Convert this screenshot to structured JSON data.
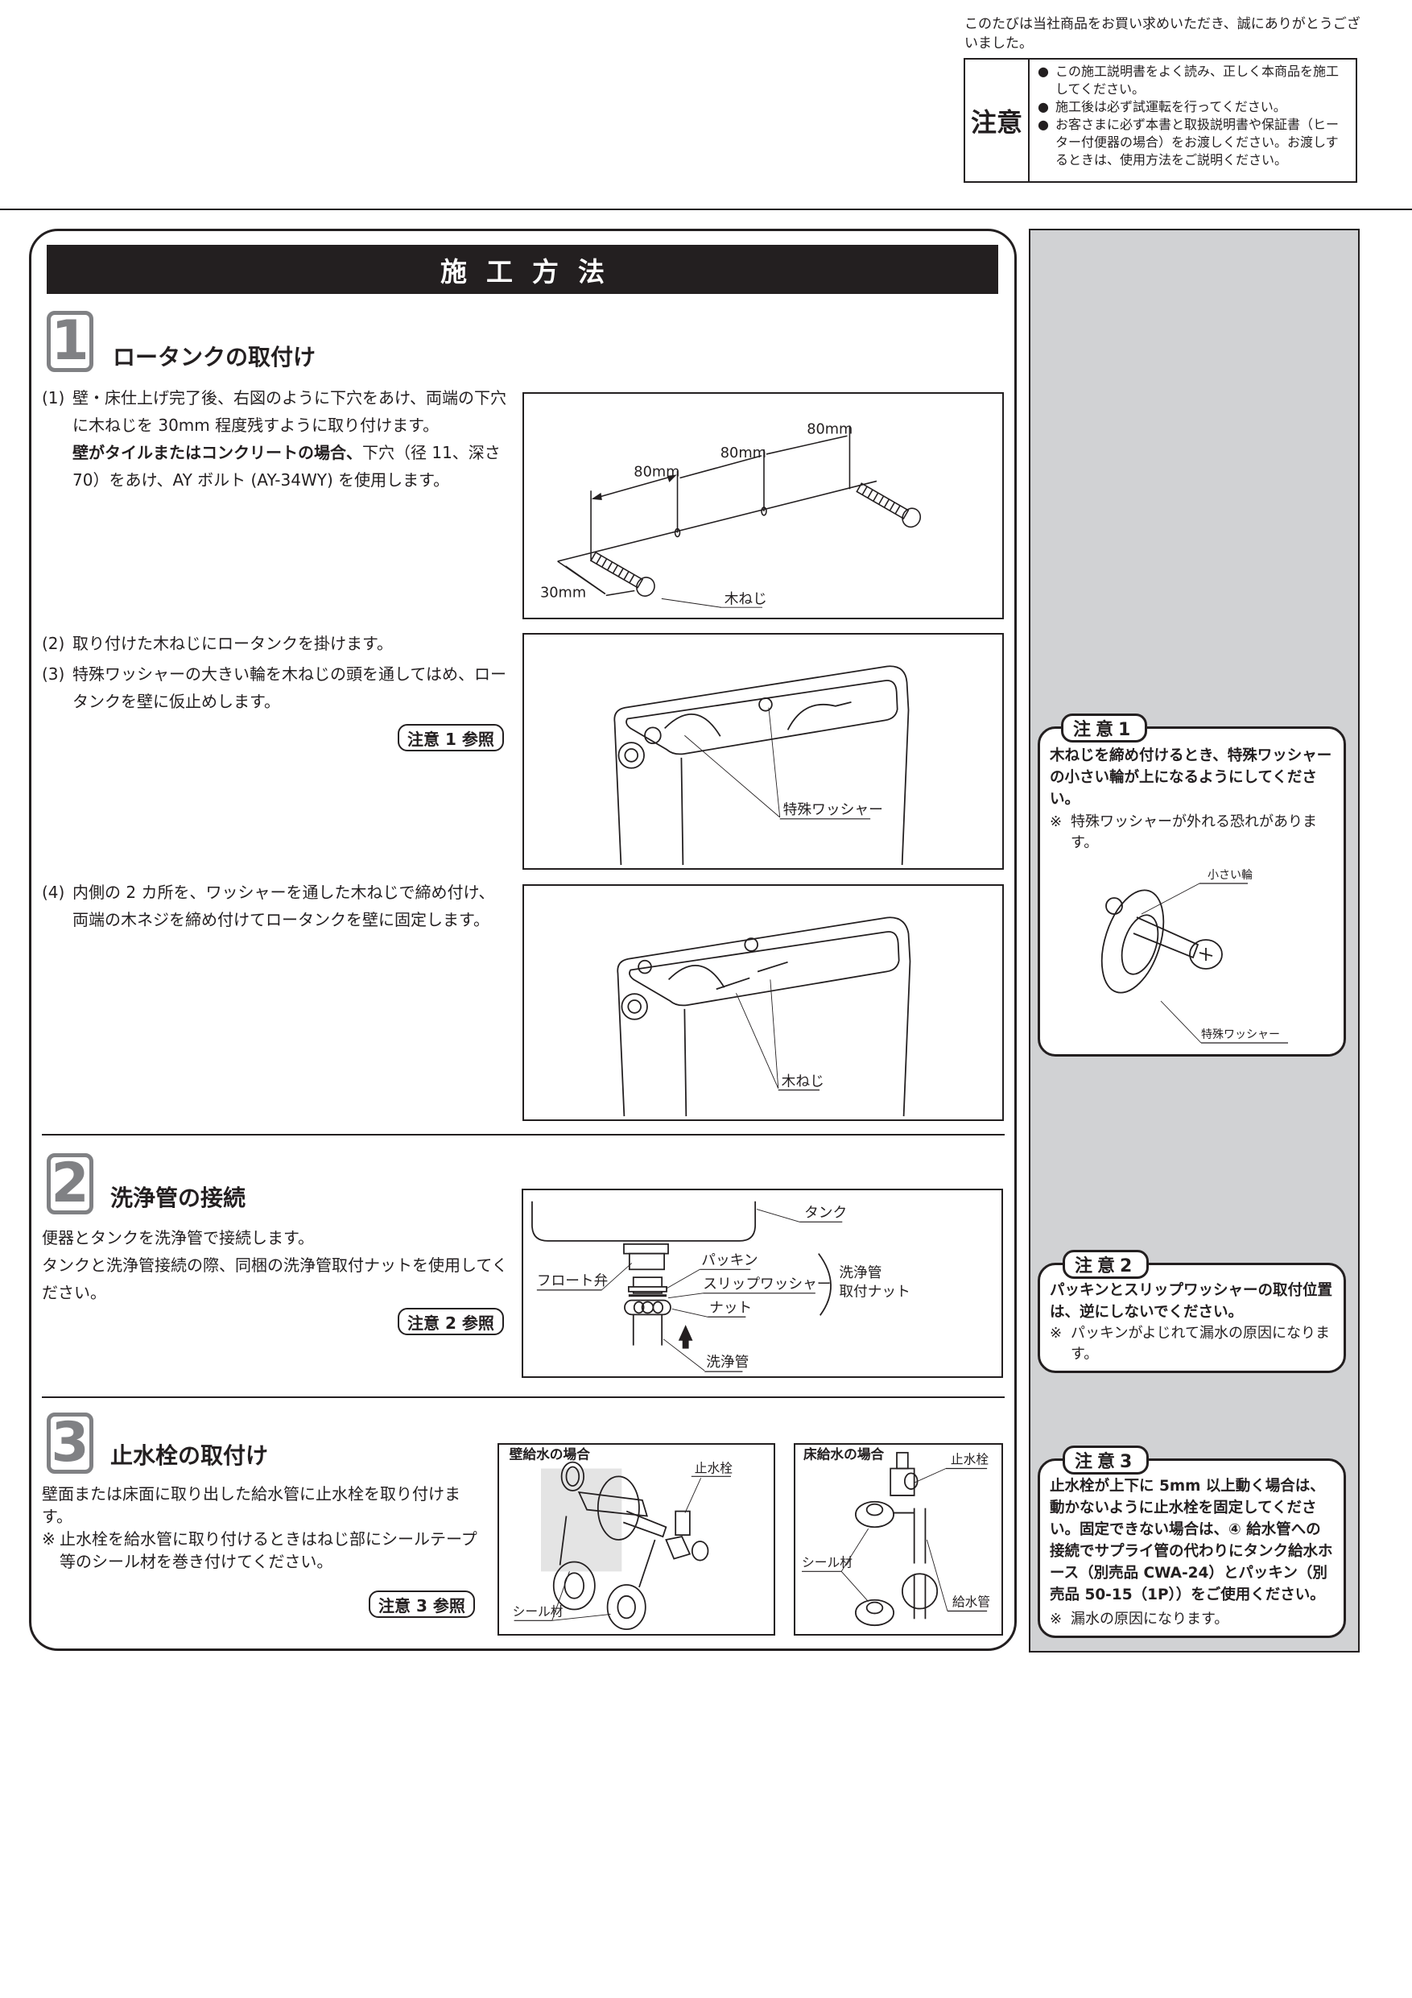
{
  "header": {
    "thanks": "このたびは当社商品をお買い求めいただき、誠にありがとうございました。",
    "caution_label": "注意",
    "caution_items": [
      "この施工説明書をよく読み、正しく本商品を施工してください。",
      "施工後は必ず試運転を行ってください。",
      "お客さまに必ず本書と取扱説明書や保証書（ヒーター付便器の場合）をお渡しください。お渡しするときは、使用方法をご説明ください。"
    ]
  },
  "title": "施工方法",
  "sections": {
    "s1": {
      "number": "1",
      "title": "ロータンクの取付け",
      "p1_no": "(1)",
      "p1_text": "壁・床仕上げ完了後、右図のように下穴をあけ、両端の下穴に木ねじを 30mm 程度残すように取り付けます。",
      "p1_bold": "壁がタイルまたはコンクリートの場合、",
      "p1_tail": "下穴（径 11、深さ 70）をあけ、AY ボルト (AY-34WY) を使用します。",
      "p2_no": "(2)",
      "p2_text": "取り付けた木ねじにロータンクを掛けます。",
      "p3_no": "(3)",
      "p3_text": "特殊ワッシャーの大きい輪を木ねじの頭を通してはめ、ロータンクを壁に仮止めします。",
      "ref": "注意 1 参照",
      "p4_no": "(4)",
      "p4_text": "内側の 2 カ所を、ワッシャーを通した木ねじで締め付け、両端の木ネジを締め付けてロータンクを壁に固定します。",
      "fig1": {
        "dim1": "80mm",
        "dim2": "80mm",
        "dim3": "80mm",
        "dim_depth": "30mm",
        "label_screw": "木ねじ"
      },
      "fig2": {
        "label": "特殊ワッシャー"
      },
      "fig3": {
        "label": "木ねじ"
      }
    },
    "s2": {
      "number": "2",
      "title": "洗浄管の接続",
      "text1": "便器とタンクを洗浄管で接続します。",
      "text2": "タンクと洗浄管接続の際、同梱の洗浄管取付ナットを使用してください。",
      "ref": "注意 2 参照",
      "fig": {
        "tank": "タンク",
        "float_valve": "フロート弁",
        "packing": "パッキン",
        "slip_washer": "スリップワッシャー",
        "nut": "ナット",
        "flush_pipe": "洗浄管",
        "group_line1": "洗浄管",
        "group_line2": "取付ナット"
      }
    },
    "s3": {
      "number": "3",
      "title": "止水栓の取付け",
      "text1": "壁面または床面に取り出した給水管に止水栓を取り付けます。",
      "note_mark": "※",
      "note": "止水栓を給水管に取り付けるときはねじ部にシールテープ等のシール材を巻き付けてください。",
      "ref": "注意 3 参照",
      "fig_wall": {
        "title": "壁給水の場合",
        "stop_valve": "止水栓",
        "seal": "シール材"
      },
      "fig_floor": {
        "title": "床給水の場合",
        "stop_valve": "止水栓",
        "seal": "シール材",
        "supply_pipe": "給水管"
      }
    }
  },
  "notes": {
    "n1": {
      "tab": "注意1",
      "bold": "木ねじを締め付けるとき、特殊ワッシャーの小さい輪が上になるようにしてください。",
      "mark": "※",
      "sub": "特殊ワッシャーが外れる恐れがあります。",
      "label_small_ring": "小さい輪",
      "label_washer": "特殊ワッシャー"
    },
    "n2": {
      "tab": "注意2",
      "bold": "パッキンとスリップワッシャーの取付位置は、逆にしないでください。",
      "mark": "※",
      "sub": "パッキンがよじれて漏水の原因になります。"
    },
    "n3": {
      "tab": "注意3",
      "bold": "止水栓が上下に 5mm 以上動く場合は、動かないように止水栓を固定してください。固定できない場合は、④ 給水管への接続でサプライ管の代わりにタンク給水ホース（別売品 CWA-24）とパッキン（別売品 50-15（1P））をご使用ください。",
      "mark": "※",
      "sub": "漏水の原因になります。"
    }
  },
  "colors": {
    "ink": "#231f20",
    "step_gray": "#808184",
    "side_panel": "#d1d2d4"
  }
}
